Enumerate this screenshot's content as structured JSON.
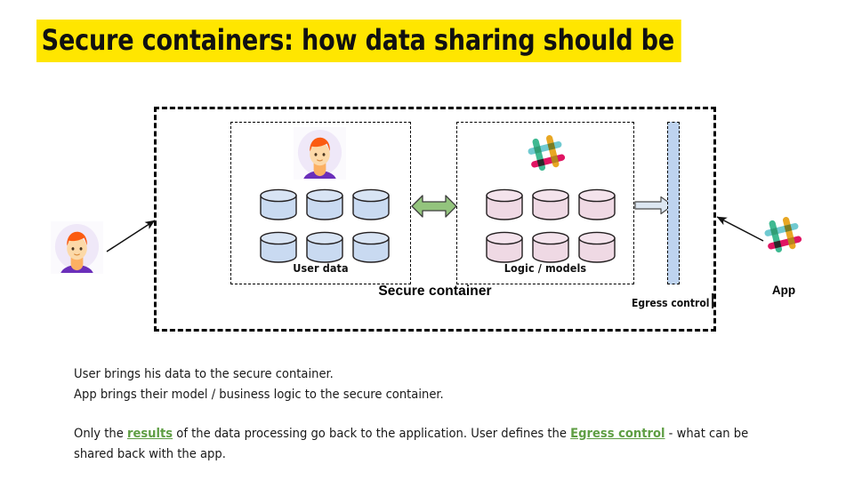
{
  "slide": {
    "title": "Secure containers: how data sharing should be",
    "title_highlight_color": "#ffe600"
  },
  "diagram": {
    "outer_container_label": "Secure container",
    "panels": [
      {
        "id": "user-data",
        "label": "User data",
        "icon": "user-avatar-icon",
        "cylinder_color": "#c9daf1",
        "cylinder_count": 6
      },
      {
        "id": "logic-models",
        "label": "Logic / models",
        "icon": "slack-logo-icon",
        "cylinder_color": "#efd9e4",
        "cylinder_count": 6
      }
    ],
    "exchange_arrow": {
      "name": "bidirectional-exchange-arrow",
      "color": "#93c47d",
      "direction": "both"
    },
    "egress": {
      "label": "Egress control",
      "bar_color": "#bed3ef",
      "arrow_color": "#dce6f1",
      "arrow_direction": "right"
    },
    "external_actors": [
      {
        "id": "user",
        "label": "",
        "icon": "user-avatar-icon",
        "side": "left"
      },
      {
        "id": "app",
        "label": "App",
        "icon": "slack-logo-icon",
        "side": "right"
      }
    ]
  },
  "body": {
    "line1": "User brings his data to the secure container.",
    "line2": "App brings their model / business logic to the secure container.",
    "para2": {
      "before_link1": "Only the ",
      "link1": "results",
      "between": " of the data processing go back to the application. User defines the ",
      "link2": "Egress control",
      "after_link2": " - what can be shared back with the app."
    },
    "link_color": "#5f9e44"
  }
}
